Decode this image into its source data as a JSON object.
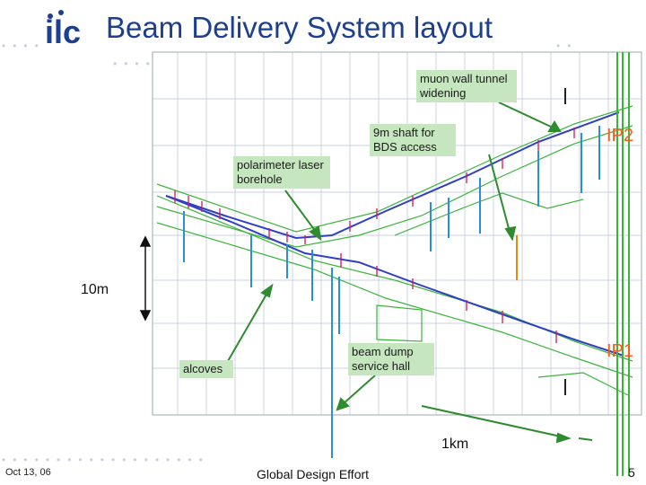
{
  "slide": {
    "title": "Beam Delivery System layout",
    "logo_text": "ilc",
    "footer_date": "Oct 13, 06",
    "footer_center": "Global Design Effort",
    "page_number": "5"
  },
  "callouts": {
    "muon_wall": "muon wall tunnel widening",
    "shaft": "9m shaft for BDS access",
    "polarimeter": "polarimeter laser borehole",
    "alcoves": "alcoves",
    "dump_hall": "beam dump service hall"
  },
  "labels": {
    "ip2": "IP2",
    "ip1": "IP1",
    "scale_vertical": "10m",
    "scale_horizontal": "1km"
  },
  "colors": {
    "title": "#1c3f8f",
    "callout_bg": "#c6e6c0",
    "ip_label": "#ff5a1e",
    "tunnel_outline": "#3cb43c",
    "beamline": "#2f3fc4",
    "magnets": "#c81a5a",
    "shafts": "#2a8fd8",
    "arrow": "#2e8b2e"
  }
}
